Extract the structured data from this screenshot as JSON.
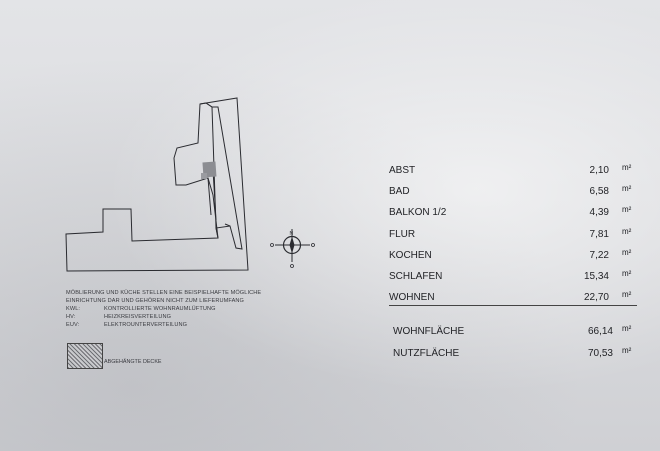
{
  "legend": {
    "note": "MÖBLIERUNG UND KÜCHE STELLEN EINE BEISPIELHAFTE MÖGLICHE EINRICHTUNG DAR UND GEHÖREN NICHT ZUM LIEFERUMFANG",
    "abbreviations": [
      {
        "key": "KWL:",
        "value": "KONTROLLIERTE WOHNRAUMLÜFTUNG"
      },
      {
        "key": "HV:",
        "value": "HEIZKREISVERTEILUNG"
      },
      {
        "key": "EUV:",
        "value": "ELEKTROUNTERVERTEILUNG"
      }
    ],
    "hatch_label": "ABGEHÄNGTE DECKE"
  },
  "compass": {
    "north": "N"
  },
  "unit": "m²",
  "rooms": [
    {
      "name": "ABST",
      "area": "2,10"
    },
    {
      "name": "BAD",
      "area": "6,58"
    },
    {
      "name": "BALKON 1/2",
      "area": "4,39"
    },
    {
      "name": "FLUR",
      "area": "7,81"
    },
    {
      "name": "KOCHEN",
      "area": "7,22"
    },
    {
      "name": "SCHLAFEN",
      "area": "15,34"
    },
    {
      "name": "WOHNEN",
      "area": "22,70"
    }
  ],
  "totals": [
    {
      "name": "WOHNFLÄCHE",
      "area": "66,14"
    },
    {
      "name": "NUTZFLÄCHE",
      "area": "70,53"
    }
  ],
  "colors": {
    "line": "#2a2b30",
    "highlight": "#8c8d92"
  }
}
